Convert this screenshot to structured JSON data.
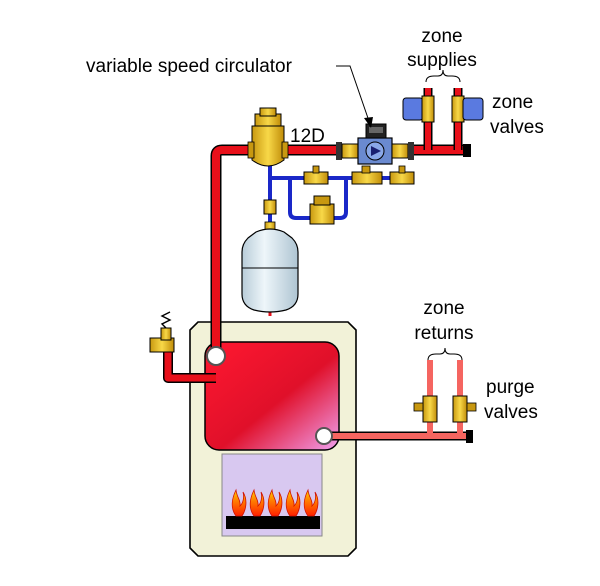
{
  "labels": {
    "circulator": "variable speed circulator",
    "fitting": "12D",
    "zone_supplies_1": "zone",
    "zone_supplies_2": "supplies",
    "zone_valves_1": "zone",
    "zone_valves_2": "valves",
    "zone_returns_1": "zone",
    "zone_returns_2": "returns",
    "purge_valves_1": "purge",
    "purge_valves_2": "valves"
  },
  "colors": {
    "supply_pipe": "#e8101a",
    "return_pipe": "#f56560",
    "cold_pipe": "#1a28c8",
    "boiler_body": "#f2f2d8",
    "heat_exchanger": "#e0102a",
    "firebox": "#d8c8f0",
    "brass": "#e8c020",
    "expansion_tank": "#d8e8f0"
  }
}
